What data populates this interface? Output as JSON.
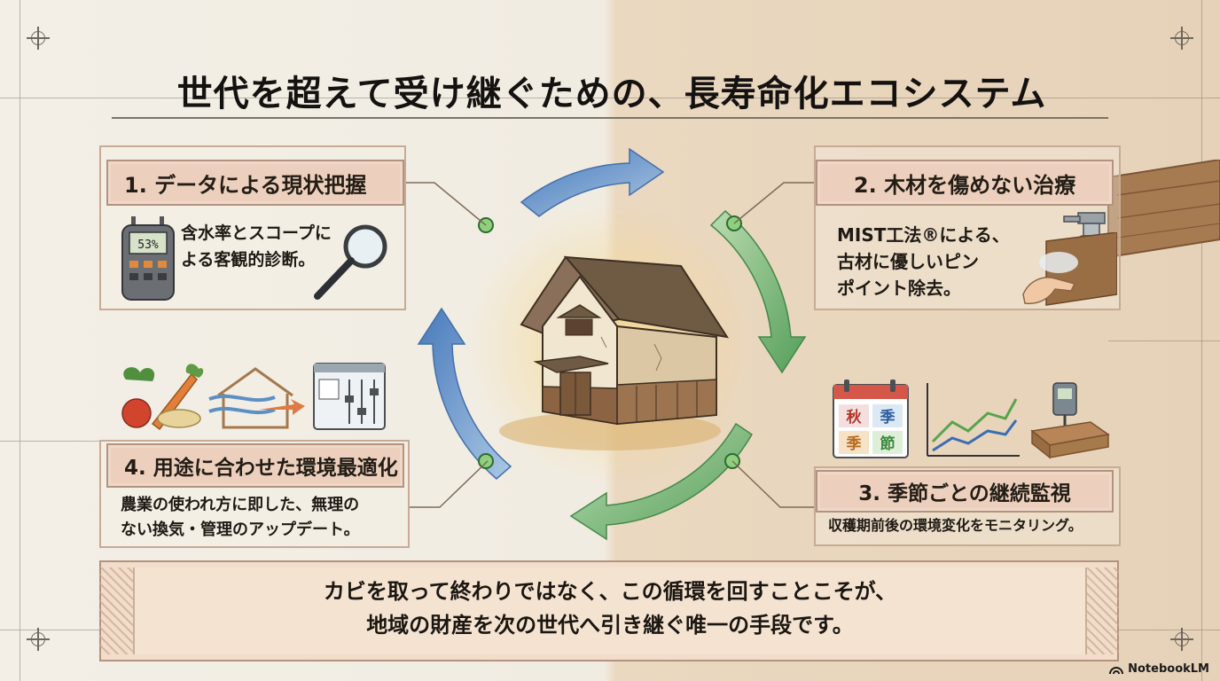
{
  "title": "世代を超えて受け継ぐための、長寿命化エコシステム",
  "steps": [
    {
      "label": "1. データによる現状把握",
      "body": [
        "含水率とスコープに",
        "よる客観的診断。"
      ],
      "meter_reading": "53%"
    },
    {
      "label": "2. 木材を傷めない治療",
      "body": [
        "MIST工法®による、",
        "古材に優しいピン",
        "ポイント除去。"
      ]
    },
    {
      "label": "3. 季節ごとの継続監視",
      "body": [
        "収穫期前後の環境変化をモニタリング。"
      ],
      "calendar": [
        "秋",
        "季",
        "季",
        "節"
      ]
    },
    {
      "label": "4. 用途に合わせた環境最適化",
      "body": [
        "農業の使われ方に即した、無理の",
        "ない換気・管理のアップデート。"
      ]
    }
  ],
  "conclusion": [
    "カビを取って終わりではなく、この循環を回すことこそが、",
    "地域の財産を次の世代へ引き継ぐ唯一の手段です。"
  ],
  "watermark": "NotebookLM",
  "icons": [
    "moisture-meter-icon",
    "magnifier-icon",
    "spray-bottle-icon",
    "hand-wiping-icon",
    "vegetables-icon",
    "ventilation-house-icon",
    "control-panel-icon",
    "calendar-icon",
    "line-chart-icon",
    "wood-sensor-icon",
    "kura-house-illustration"
  ],
  "colors": {
    "blue_arrow": "#5f90c8",
    "green_arrow": "#7ab87a",
    "label_bg": "#ecd0bd",
    "label_border": "#b2937d",
    "node_green": "#7cbf6e"
  }
}
